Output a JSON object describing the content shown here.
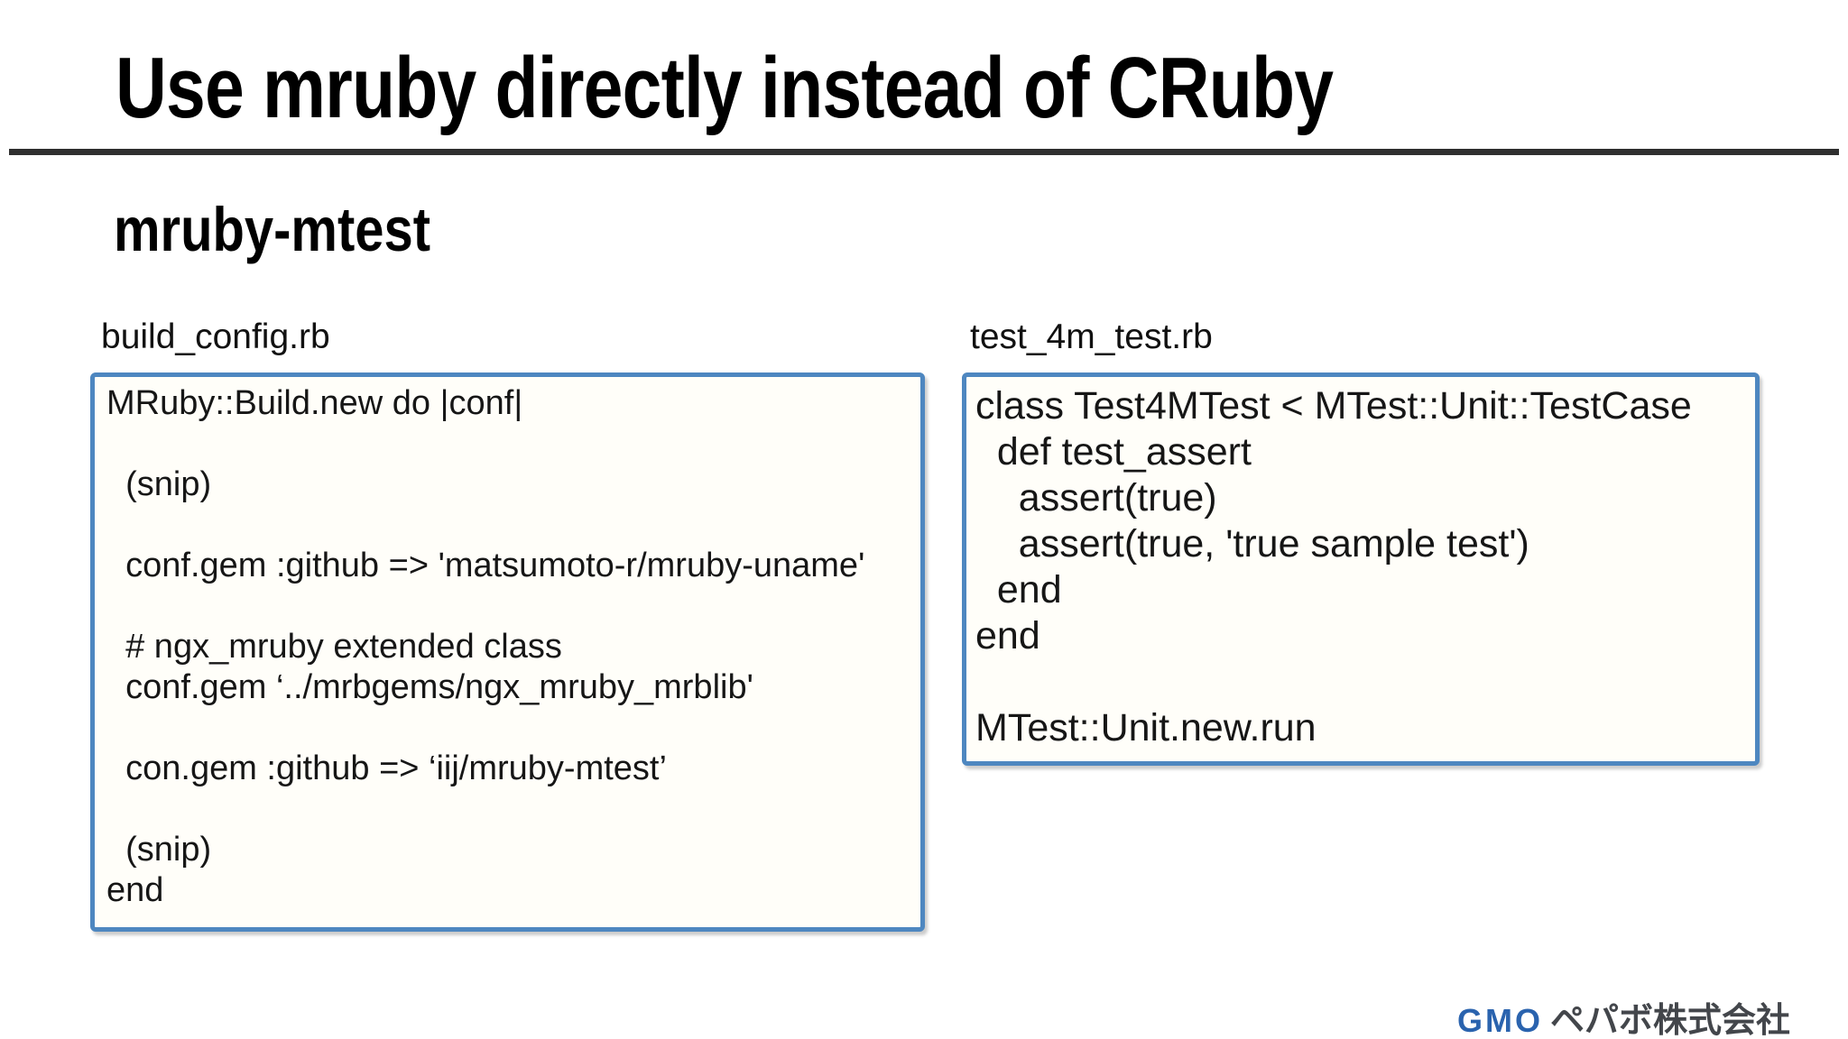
{
  "slide": {
    "title": "Use mruby directly instead of CRuby",
    "subtitle": "mruby-mtest"
  },
  "left_panel": {
    "filename": "build_config.rb",
    "code_lines": [
      "MRuby::Build.new do |conf|",
      " ",
      "  (snip)",
      " ",
      "  conf.gem :github => 'matsumoto-r/mruby-uname'",
      " ",
      "  # ngx_mruby extended class",
      "  conf.gem ‘../mrbgems/ngx_mruby_mrblib'",
      " ",
      "  con.gem :github => ‘iij/mruby-mtest’",
      " ",
      "  (snip)",
      "end"
    ]
  },
  "right_panel": {
    "filename": "test_4m_test.rb",
    "code_lines": [
      "class Test4MTest < MTest::Unit::TestCase",
      "  def test_assert",
      "    assert(true)",
      "    assert(true, 'true sample test')",
      "  end",
      "end",
      " ",
      "MTest::Unit.new.run"
    ]
  },
  "footer": {
    "logo_gmo": "GMO",
    "logo_company": "ペパボ株式会社"
  },
  "colors": {
    "box_border": "#4e87c0",
    "logo_blue": "#2a63ae",
    "rule": "#2f2f2f"
  }
}
